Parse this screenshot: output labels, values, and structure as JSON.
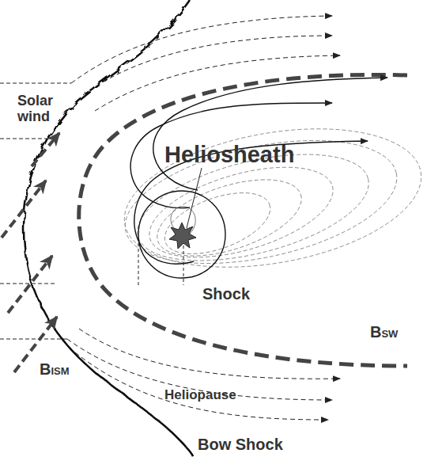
{
  "diagram": {
    "labels": [
      "Solar wind",
      "Heliosheath",
      "BSW",
      "Shock",
      "BISM",
      "Heliopause",
      "Bow Shock"
    ]
  }
}
